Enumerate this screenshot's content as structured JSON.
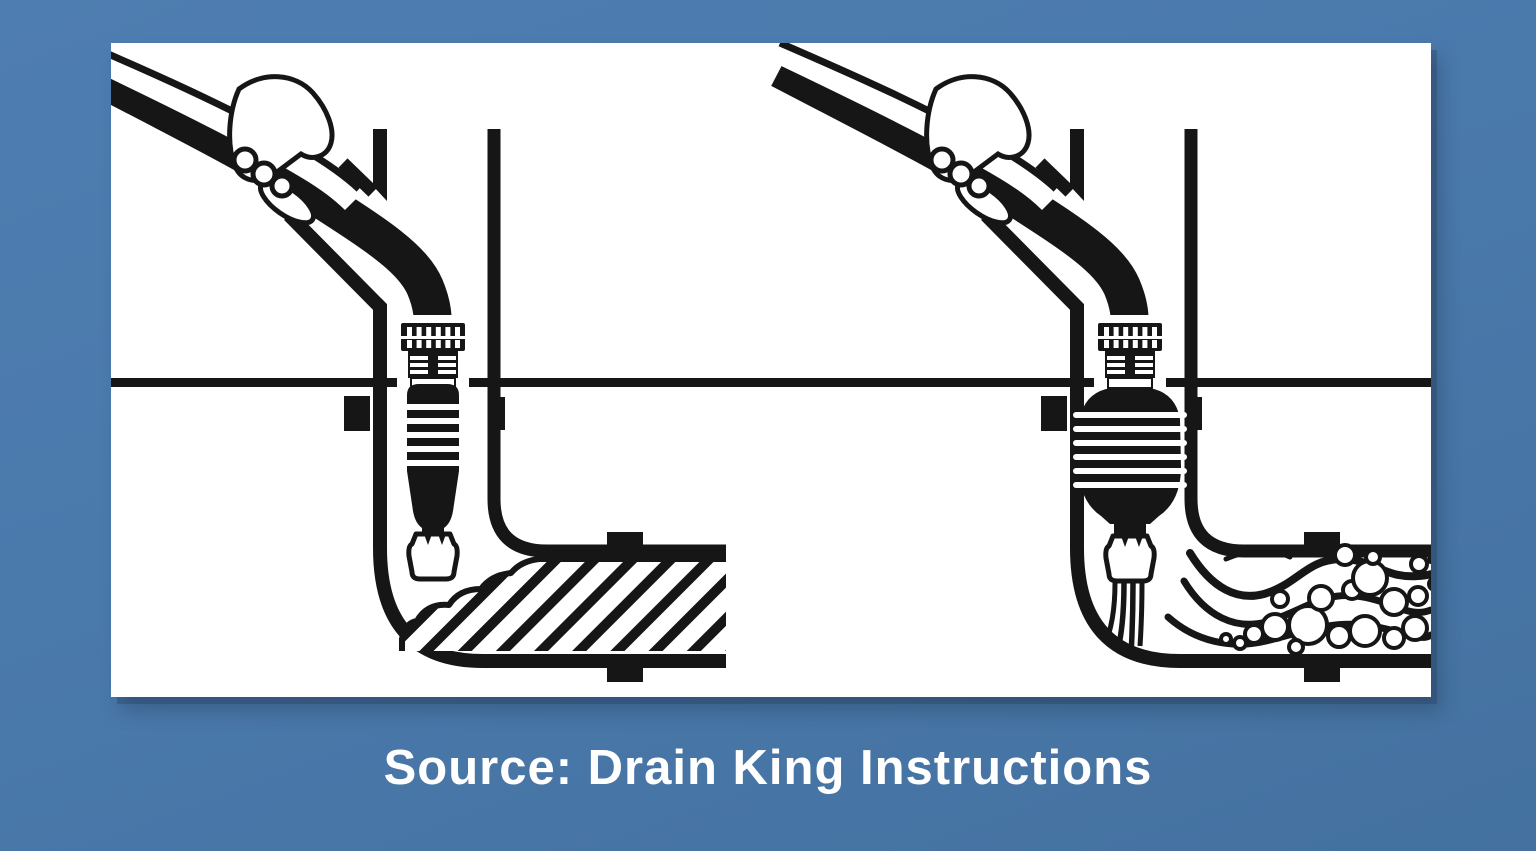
{
  "page": {
    "background": "#4a79ac",
    "background_top": "#4e7db1",
    "background_bottom": "#44719f",
    "panel_bg": "#ffffff",
    "panel_shadow": "#2f5176",
    "ink": "#161616",
    "water_white": "#ffffff"
  },
  "caption": {
    "text": "Source: Drain King Instructions",
    "color": "#ffffff"
  },
  "figures": {
    "left": {
      "name": "drain-bladder-inserted-clogged-pipe",
      "mode": "clog"
    },
    "right": {
      "name": "drain-bladder-inflated-flushing-pipe",
      "mode": "flow"
    }
  }
}
